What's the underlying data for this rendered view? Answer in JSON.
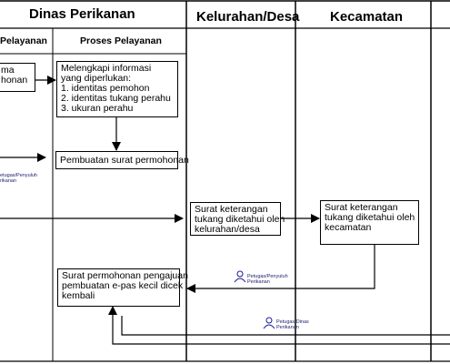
{
  "headers": {
    "dinas": "Dinas Perikanan",
    "kelurahan": "Kelurahan/Desa",
    "kecamatan": "Kecamatan",
    "sub_pelayanan": "Pelayanan",
    "sub_proses": "Proses Pelayanan"
  },
  "boxes": {
    "left_partial": [
      "ma",
      "honan"
    ],
    "melengkapi": [
      "Melengkapi informasi",
      "yang diperlukan:",
      "1. identitas pemohon",
      "2. identitas tukang perahu",
      "3. ukuran perahu"
    ],
    "pembuatan": [
      "Pembuatan surat permohonan"
    ],
    "kelurahan": [
      "Surat keterangan",
      "tukang diketahui oleh",
      "kelurahan/desa"
    ],
    "kecamatan": [
      "Surat keterangan",
      "tukang diketahui oleh",
      "kecamatan"
    ],
    "epas": [
      "Surat permohonan pengajuan",
      "pembuatan e-pas kecil dicek",
      "kembali"
    ]
  },
  "actors": {
    "left": [
      "etugas/Penyuluh",
      "rikanan"
    ],
    "mid": [
      "Petugas/Penyuluh",
      "Perikanan"
    ],
    "bottom": [
      "Petugas Dinas",
      "Perikanan"
    ]
  }
}
